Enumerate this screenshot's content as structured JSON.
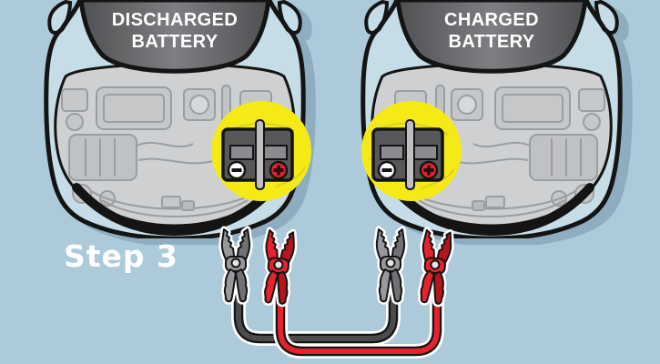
{
  "illustration": {
    "step_label": "Step 3",
    "left_car_label": {
      "line1": "DISCHARGED",
      "line2": "BATTERY"
    },
    "right_car_label": {
      "line1": "CHARGED",
      "line2": "BATTERY"
    },
    "battery_terminals": {
      "negative_symbol": "−",
      "positive_symbol": "+"
    },
    "icons": {
      "highlight": "yellow-circle-highlight",
      "negative_terminal": "minus-in-circle",
      "positive_terminal": "plus-in-circle",
      "clamps": [
        "black-jumper-clamp",
        "red-jumper-clamp",
        "black-jumper-clamp",
        "red-jumper-clamp"
      ],
      "cables": [
        "black-jumper-cable",
        "red-jumper-cable"
      ]
    },
    "colors": {
      "background": "#adcadb",
      "car_body": "#c6dde8",
      "windshield": "#5b5c5e",
      "engine_bay": "#ced0d2",
      "highlight_yellow": "#f5ea16",
      "battery_body": "#57585a",
      "terminal_negative": "#ffffff",
      "terminal_positive": "#e8222d",
      "cable_red": "#e8222d",
      "cable_black": "#4a4b4d",
      "clamp_gray": "#97999c",
      "label_text": "#ffffff"
    }
  }
}
